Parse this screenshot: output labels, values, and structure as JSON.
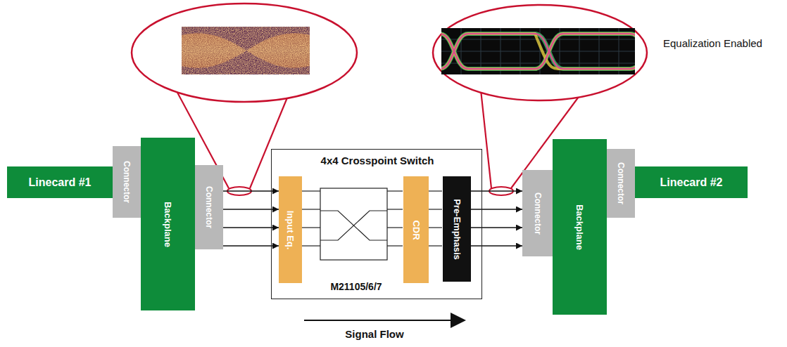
{
  "diagram": {
    "nodes": [
      {
        "text": [
          "Linecard #1"
        ]
      },
      {
        "text": [
          "Connector"
        ]
      },
      {
        "text": [
          "Backplane"
        ]
      },
      {
        "text": [
          "Connector"
        ]
      },
      {
        "text": [
          "4x4 Crosspoint Switch",
          "M21105/6/7"
        ]
      },
      {
        "text": [
          "Input Eq."
        ],
        "in": 4
      },
      {
        "text": [
          "CDR"
        ],
        "in": 4
      },
      {
        "text": [
          "Pre-Emphasis"
        ],
        "in": 4
      },
      {
        "text": [
          "Connector"
        ]
      },
      {
        "text": [
          "Backplane"
        ]
      },
      {
        "text": [
          "Connector"
        ]
      },
      {
        "text": [
          "Linecard #2"
        ]
      }
    ],
    "edges": [
      {
        "from": 3,
        "to": 5,
        "arrow": "to"
      },
      {
        "from": 3,
        "to": 5,
        "arrow": "to"
      },
      {
        "from": 3,
        "to": 5,
        "arrow": "to"
      },
      {
        "from": 3,
        "to": 5,
        "arrow": "to"
      },
      {
        "from": 7,
        "to": 8,
        "arrow": "to"
      },
      {
        "from": 7,
        "to": 8,
        "arrow": "to"
      },
      {
        "from": 7,
        "to": 8,
        "arrow": "to"
      },
      {
        "from": 7,
        "to": 8,
        "arrow": "to"
      }
    ],
    "labels": [
      "Equalization Enabled",
      "Signal Flow"
    ]
  }
}
